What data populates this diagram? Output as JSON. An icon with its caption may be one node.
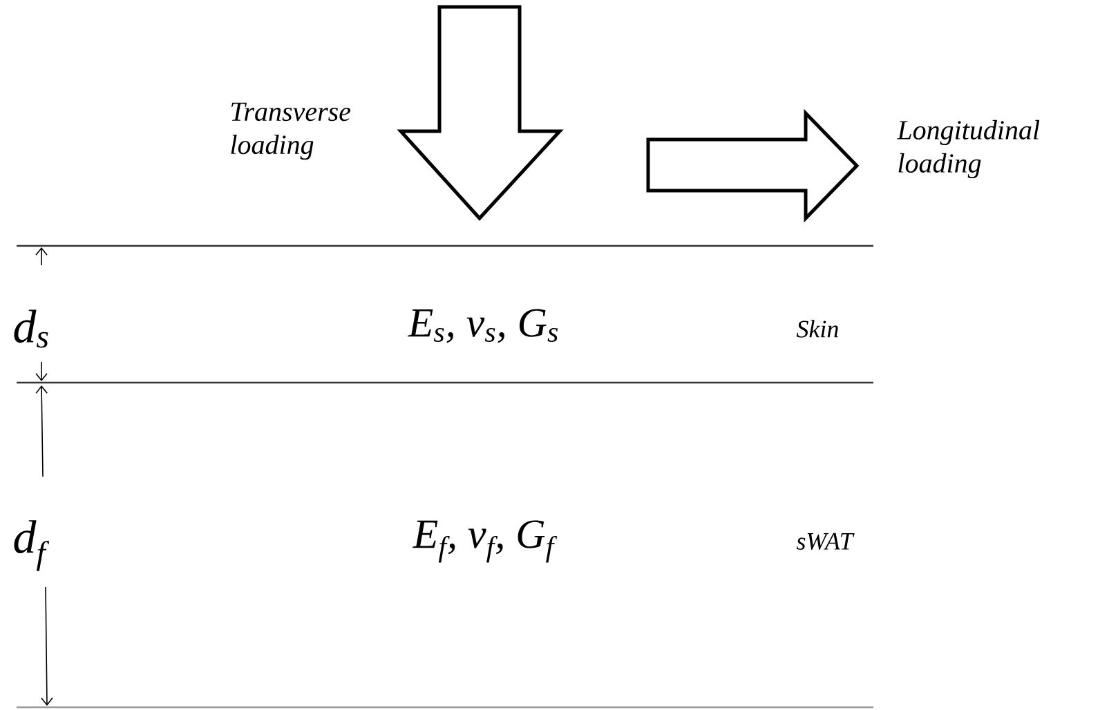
{
  "diagram": {
    "labels": [
      "Transverse loading",
      "Longitudinal loading",
      "d$_{s}$",
      "E$_{s}$, ν$_{s}$, G$_{s}$",
      "Skin",
      "d$_{f}$",
      "E$_{f}$, ν$_{f}$, G$_{f}$",
      "sWAT"
    ]
  }
}
